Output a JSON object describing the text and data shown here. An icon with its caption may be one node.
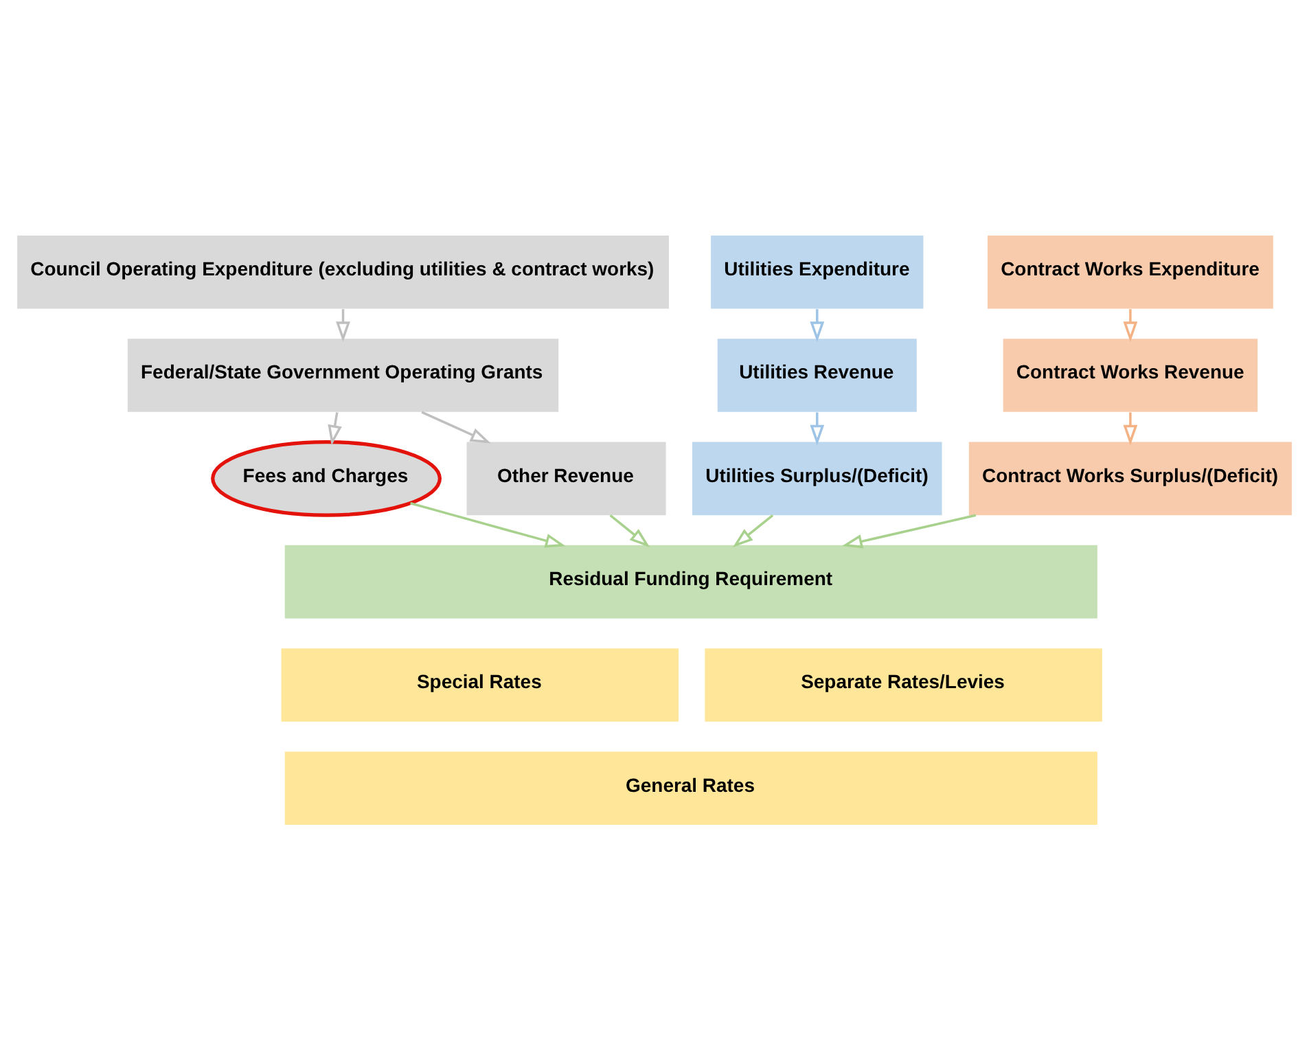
{
  "diagram": {
    "nodes": [
      {
        "text": [
          "Council Operating Expenditure (excluding utilities & contract works)"
        ]
      },
      {
        "text": [
          "Utilities Expenditure"
        ]
      },
      {
        "text": [
          "Contract Works Expenditure"
        ]
      },
      {
        "text": [
          "Federal/State Government Operating Grants"
        ]
      },
      {
        "text": [
          "Utilities Revenue"
        ]
      },
      {
        "text": [
          "Contract Works Revenue"
        ]
      },
      {
        "text": [
          "Fees and Charges"
        ]
      },
      {
        "text": [
          "Other Revenue"
        ]
      },
      {
        "text": [
          "Utilities Surplus/(Deficit)"
        ]
      },
      {
        "text": [
          "Contract Works Surplus/(Deficit)"
        ]
      },
      {
        "text": [
          "Residual Funding Requirement"
        ]
      },
      {
        "text": [
          "Special Rates"
        ]
      },
      {
        "text": [
          "Separate Rates/Levies"
        ]
      },
      {
        "text": [
          "General Rates"
        ]
      }
    ],
    "edges": [
      {
        "from": 0,
        "to": 3,
        "arrow": "to",
        "color": "#bfbfbf"
      },
      {
        "from": 1,
        "to": 4,
        "arrow": "to",
        "color": "#9dc3e6"
      },
      {
        "from": 2,
        "to": 5,
        "arrow": "to",
        "color": "#f4b183"
      },
      {
        "from": 3,
        "to": 6,
        "arrow": "to",
        "color": "#bfbfbf"
      },
      {
        "from": 3,
        "to": 7,
        "arrow": "to",
        "color": "#bfbfbf"
      },
      {
        "from": 4,
        "to": 8,
        "arrow": "to",
        "color": "#9dc3e6"
      },
      {
        "from": 5,
        "to": 9,
        "arrow": "to",
        "color": "#f4b183"
      },
      {
        "from": 6,
        "to": 10,
        "arrow": "to"
      },
      {
        "from": 7,
        "to": 10,
        "arrow": "to"
      },
      {
        "from": 8,
        "to": 10,
        "arrow": "to"
      },
      {
        "from": 9,
        "to": 10,
        "arrow": "to"
      }
    ]
  }
}
